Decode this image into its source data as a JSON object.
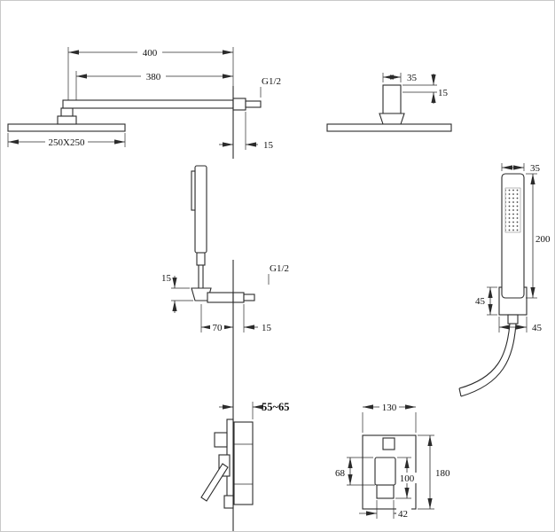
{
  "drawing": {
    "title": "shower-system-installation-dimensions",
    "views": {
      "rain_side": {
        "d400": "400",
        "d380": "380",
        "thread": "G1/2",
        "d15": "15",
        "head": "250X250"
      },
      "rain_front": {
        "d35": "35",
        "d15": "15"
      },
      "hand_side": {
        "d15_left": "15",
        "thread": "G1/2",
        "d70": "70",
        "d15_right": "15"
      },
      "hand_front": {
        "d35": "35",
        "d200": "200",
        "d45_left": "45",
        "d45_bottom": "45"
      },
      "mixer_side": {
        "depth": "55~65"
      },
      "mixer_front": {
        "d130": "130",
        "d68": "68",
        "d180": "180",
        "d100": "100",
        "d42": "42"
      }
    }
  }
}
